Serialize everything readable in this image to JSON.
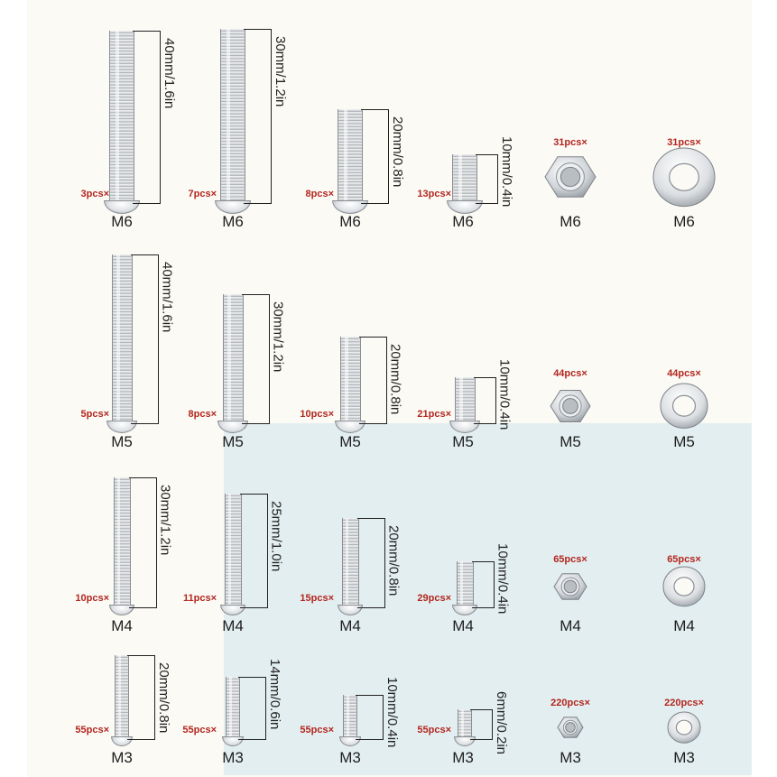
{
  "rows": [
    {
      "size": "M6",
      "bolts": [
        {
          "qty": "3pcs×",
          "dim": "40mm/1.6in"
        },
        {
          "qty": "7pcs×",
          "dim": "30mm/1.2in"
        },
        {
          "qty": "8pcs×",
          "dim": "20mm/0.8in"
        },
        {
          "qty": "13pcs×",
          "dim": "10mm/0.4in"
        }
      ],
      "nut": {
        "qty": "31pcs×"
      },
      "washer": {
        "qty": "31pcs×"
      }
    },
    {
      "size": "M5",
      "bolts": [
        {
          "qty": "5pcs×",
          "dim": "40mm/1.6in"
        },
        {
          "qty": "8pcs×",
          "dim": "30mm/1.2in"
        },
        {
          "qty": "10pcs×",
          "dim": "20mm/0.8in"
        },
        {
          "qty": "21pcs×",
          "dim": "10mm/0.4in"
        }
      ],
      "nut": {
        "qty": "44pcs×"
      },
      "washer": {
        "qty": "44pcs×"
      }
    },
    {
      "size": "M4",
      "bolts": [
        {
          "qty": "10pcs×",
          "dim": "30mm/1.2in"
        },
        {
          "qty": "11pcs×",
          "dim": "25mm/1.0in"
        },
        {
          "qty": "15pcs×",
          "dim": "20mm/0.8in"
        },
        {
          "qty": "29pcs×",
          "dim": "10mm/0.4in"
        }
      ],
      "nut": {
        "qty": "65pcs×"
      },
      "washer": {
        "qty": "65pcs×"
      }
    },
    {
      "size": "M3",
      "bolts": [
        {
          "qty": "55pcs×",
          "dim": "20mm/0.8in"
        },
        {
          "qty": "55pcs×",
          "dim": "14mm/0.6in"
        },
        {
          "qty": "55pcs×",
          "dim": "10mm/0.4in"
        },
        {
          "qty": "55pcs×",
          "dim": "6mm/0.2in"
        }
      ],
      "nut": {
        "qty": "220pcs×"
      },
      "washer": {
        "qty": "220pcs×"
      }
    }
  ],
  "colors": {
    "quantity": "#b3261e",
    "text": "#1e1e1e",
    "panel": "#e3eef0",
    "steel": "#c9cdd1"
  }
}
